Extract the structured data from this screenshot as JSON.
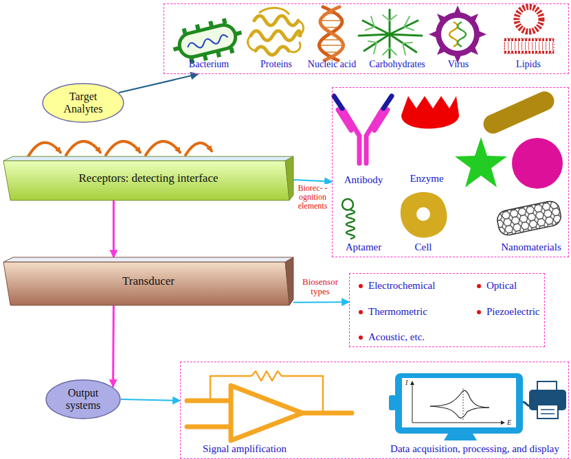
{
  "diagram": {
    "nodes": [
      {
        "text": [
          "Target Analytes"
        ]
      },
      {
        "text": [
          "Bacterium",
          "Proteins",
          "Nucleic acid",
          "Carbohydrates",
          "Virus",
          "Lipids"
        ]
      },
      {
        "text": [
          "Receptors: detecting interface"
        ]
      },
      {
        "text": [
          "Antibody",
          "Enzyme",
          "Aptamer",
          "Cell",
          "Nanomaterials"
        ]
      },
      {
        "text": [
          "Transducer"
        ]
      },
      {
        "text": [
          "Electrochemical",
          "Optical",
          "Thermometric",
          "Piezoelectric",
          "Acoustic, etc."
        ]
      },
      {
        "text": [
          "Output systems"
        ]
      },
      {
        "text": [
          "Signal amplification",
          "Data acquisition, processing, and display"
        ]
      }
    ],
    "edges": [
      {
        "from": 0,
        "to": 1,
        "arrow": "to"
      },
      {
        "from": 2,
        "to": 3,
        "label": "Biorec- -ognition elements",
        "arrow": "to"
      },
      {
        "from": 2,
        "to": 4,
        "arrow": "to"
      },
      {
        "from": 4,
        "to": 5,
        "label": "Biosensor types",
        "arrow": "to"
      },
      {
        "from": 4,
        "to": 6,
        "arrow": "to"
      },
      {
        "from": 6,
        "to": 7,
        "arrow": "to"
      }
    ],
    "labels": [
      "I",
      "E"
    ]
  }
}
